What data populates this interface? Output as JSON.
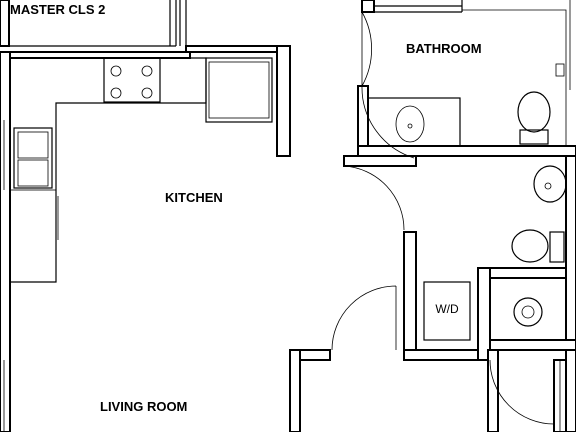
{
  "rooms": {
    "master_closet": "MASTER CLS 2",
    "bathroom": "BATHROOM",
    "kitchen": "KITCHEN",
    "living_room": "LIVING ROOM"
  },
  "fixtures": {
    "washer_dryer": "W/D"
  }
}
